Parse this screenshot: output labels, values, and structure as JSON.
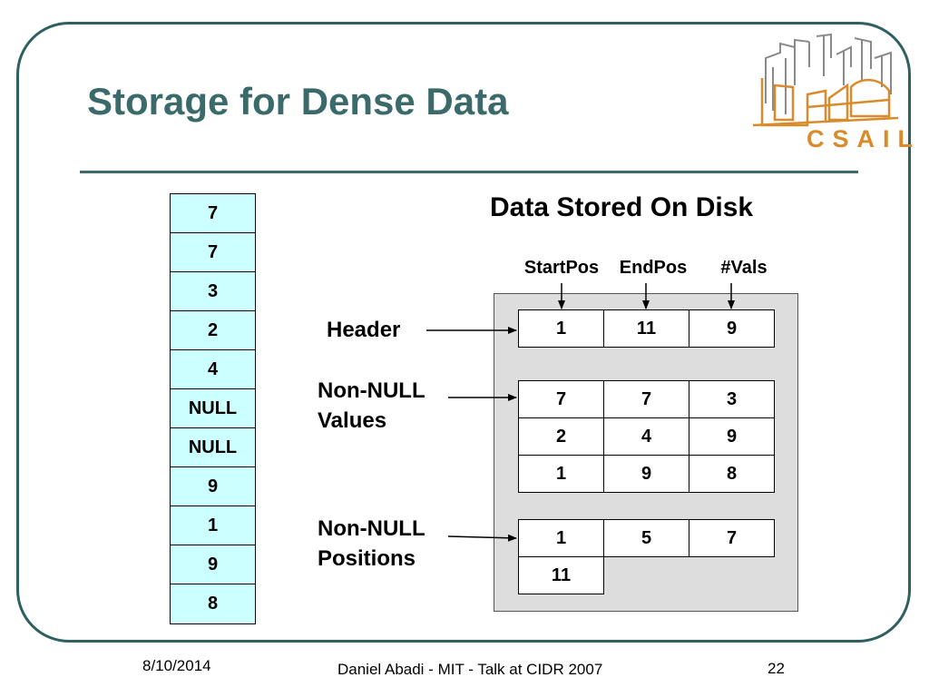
{
  "slide": {
    "title": "Storage for Dense Data",
    "logo_text": "CSAIL"
  },
  "column": {
    "values": [
      "7",
      "7",
      "3",
      "2",
      "4",
      "NULL",
      "NULL",
      "9",
      "1",
      "9",
      "8"
    ]
  },
  "disk": {
    "heading": "Data Stored On Disk",
    "column_headers": [
      "StartPos",
      "EndPos",
      "#Vals"
    ],
    "header_label": "Header",
    "header_row": [
      "1",
      "11",
      "9"
    ],
    "values_label_line1": "Non-NULL",
    "values_label_line2": "Values",
    "values_rows": [
      [
        "7",
        "7",
        "3"
      ],
      [
        "2",
        "4",
        "9"
      ],
      [
        "1",
        "9",
        "8"
      ]
    ],
    "positions_label_line1": "Non-NULL",
    "positions_label_line2": "Positions",
    "positions_rows": [
      [
        "1",
        "5",
        "7"
      ],
      [
        "11",
        "",
        ""
      ]
    ]
  },
  "footer": {
    "date": "8/10/2014",
    "author": "Daniel Abadi - MIT - Talk at CIDR 2007",
    "page": "22"
  },
  "colors": {
    "title": "#3a6a6a",
    "column_fill": "#ccffff",
    "disk_fill": "#dddddd",
    "logo": "#d98b2b"
  }
}
